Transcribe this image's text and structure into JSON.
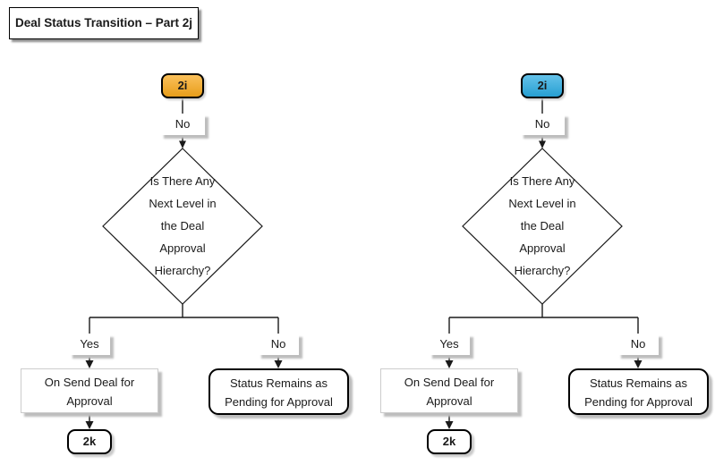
{
  "page": {
    "title": "Deal Status Transition – Part 2j"
  },
  "charts": [
    {
      "name": "left-flow",
      "start_label": "2i",
      "start_color": "#F9A91C",
      "edge_top_label": "No",
      "decision_lines": [
        "Is There Any",
        "Next Level in",
        "the Deal",
        "Approval",
        "Hierarchy?"
      ],
      "yes_label": "Yes",
      "action_lines": [
        "On Send Deal for",
        "Approval"
      ],
      "next_label": "2k",
      "no_label": "No",
      "result_lines": [
        "Status Remains as",
        "Pending for Approval"
      ]
    },
    {
      "name": "right-flow",
      "start_label": "2i",
      "start_color": "#29ABE2",
      "edge_top_label": "No",
      "decision_lines": [
        "Is There Any",
        "Next Level in",
        "the Deal",
        "Approval",
        "Hierarchy?"
      ],
      "yes_label": "Yes",
      "action_lines": [
        "On Send Deal for",
        "Approval"
      ],
      "next_label": "2k",
      "no_label": "No",
      "result_lines": [
        "Status Remains as",
        "Pending for Approval"
      ]
    }
  ]
}
